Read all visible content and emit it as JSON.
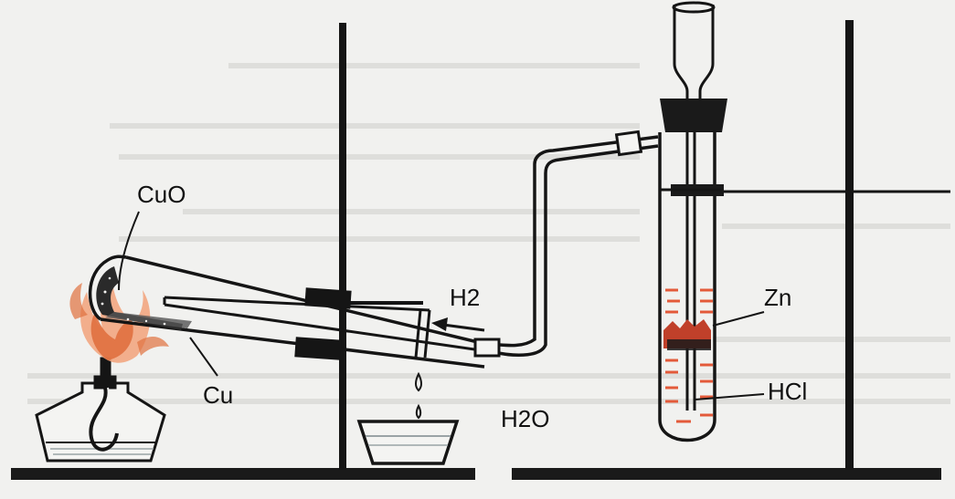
{
  "labels": {
    "cuo": "CuO",
    "cu": "Cu",
    "h2": "H2",
    "zn": "Zn",
    "hcl": "HCl",
    "h2o": "H2O"
  },
  "colors": {
    "line": "#151515",
    "flame": "#e0703f",
    "flame_glow": "#f2a27a",
    "bubble": "#e35a3a",
    "zinc": "#c0402a",
    "background": "#f1f1ef",
    "water": "#9aa3a6"
  },
  "icons": {
    "burner": "alcohol-lamp-icon",
    "flame": "flame-icon",
    "stand": "lab-stand-icon",
    "beaker": "evaporating-dish-icon",
    "test_tube": "test-tube-icon",
    "funnel": "funnel-icon"
  }
}
